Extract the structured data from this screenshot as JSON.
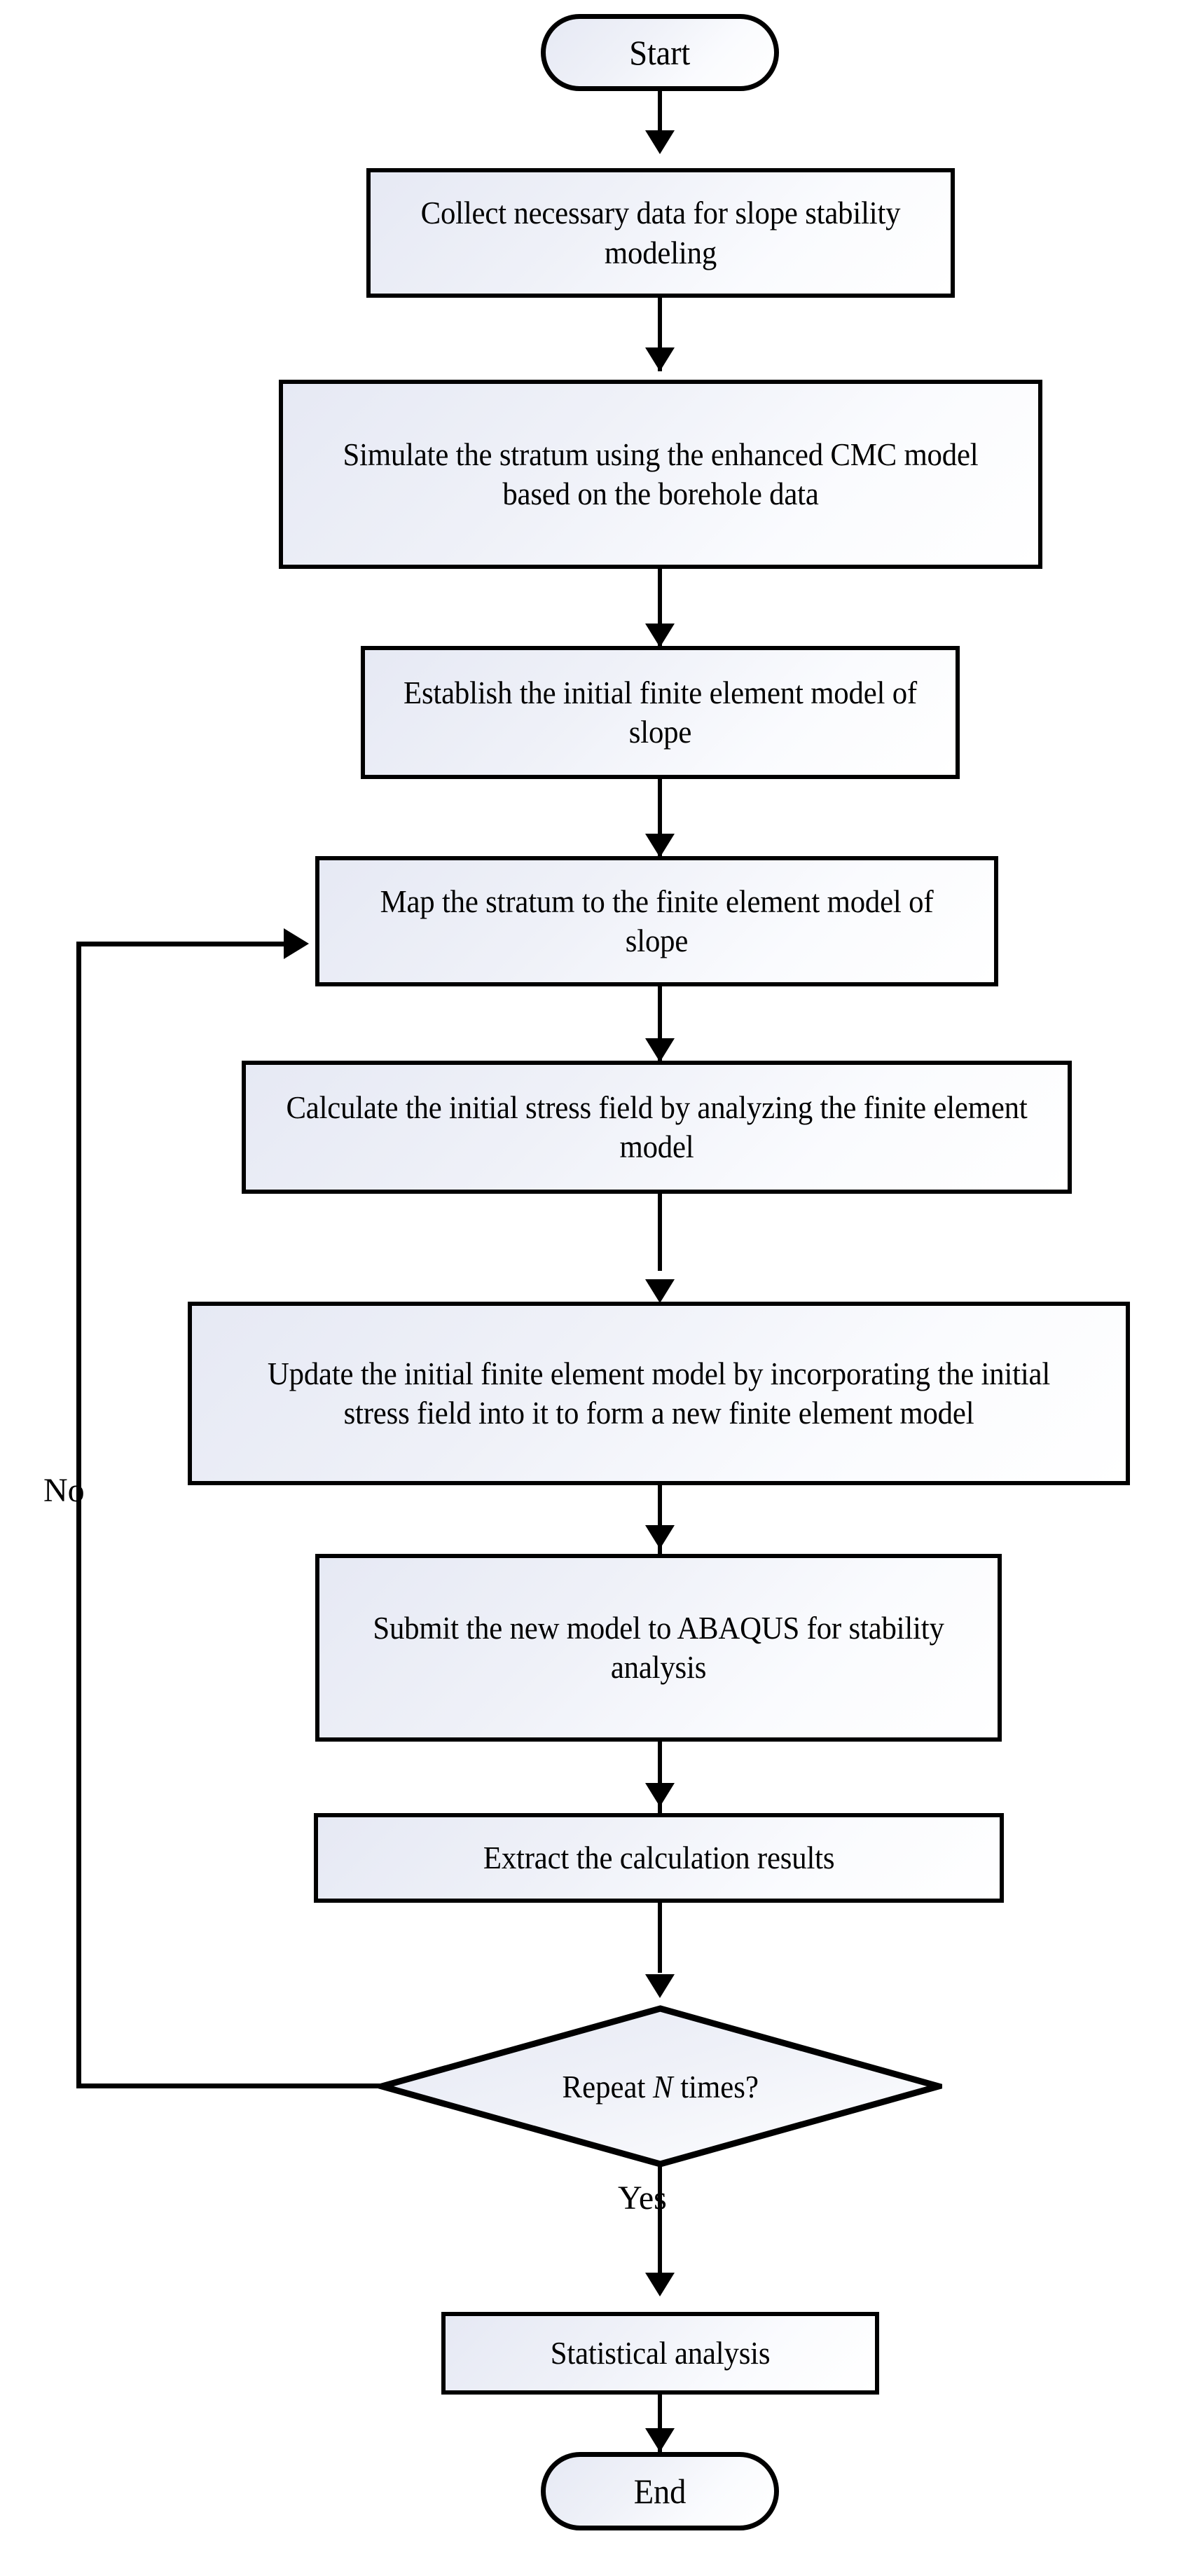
{
  "diagram": {
    "title": "Slope stability modeling workflow",
    "type": "flowchart",
    "style": {
      "fill_gradient_from": "#e6e9f4",
      "fill_gradient_to": "#ffffff",
      "border_color": "#000000",
      "text_color": "#000000",
      "background": "#ffffff"
    }
  },
  "nodes": {
    "start": {
      "label": "Start",
      "shape": "terminator"
    },
    "collect": {
      "label": "Collect necessary data for slope stability modeling",
      "shape": "process"
    },
    "simulate": {
      "label": "Simulate the stratum using the enhanced CMC model based on the borehole data",
      "shape": "process"
    },
    "establish": {
      "label": "Establish the initial finite element model of slope",
      "shape": "process"
    },
    "map": {
      "label": "Map the stratum to the finite element model of slope",
      "shape": "process"
    },
    "calculate": {
      "label": "Calculate the initial stress field by analyzing the finite element model",
      "shape": "process"
    },
    "update": {
      "label": "Update the initial finite element model by incorporating the initial stress field  into it to form a new finite element model",
      "shape": "process"
    },
    "submit": {
      "label": "Submit the new model to ABAQUS for stability analysis",
      "shape": "process"
    },
    "extract": {
      "label": "Extract the calculation results",
      "shape": "process"
    },
    "decision": {
      "label_prefix": "Repeat ",
      "label_var": "N",
      "label_suffix": " times?",
      "shape": "decision"
    },
    "statistical": {
      "label": "Statistical analysis",
      "shape": "process"
    },
    "end": {
      "label": "End",
      "shape": "terminator"
    }
  },
  "edge_labels": {
    "no": "No",
    "yes": "Yes"
  },
  "edges": [
    {
      "from": "start",
      "to": "collect",
      "label": ""
    },
    {
      "from": "collect",
      "to": "simulate",
      "label": ""
    },
    {
      "from": "simulate",
      "to": "establish",
      "label": ""
    },
    {
      "from": "establish",
      "to": "map",
      "label": ""
    },
    {
      "from": "map",
      "to": "calculate",
      "label": ""
    },
    {
      "from": "calculate",
      "to": "update",
      "label": ""
    },
    {
      "from": "update",
      "to": "submit",
      "label": ""
    },
    {
      "from": "submit",
      "to": "extract",
      "label": ""
    },
    {
      "from": "extract",
      "to": "decision",
      "label": ""
    },
    {
      "from": "decision",
      "to": "map",
      "label": "No"
    },
    {
      "from": "decision",
      "to": "statistical",
      "label": "Yes"
    },
    {
      "from": "statistical",
      "to": "end",
      "label": ""
    }
  ]
}
